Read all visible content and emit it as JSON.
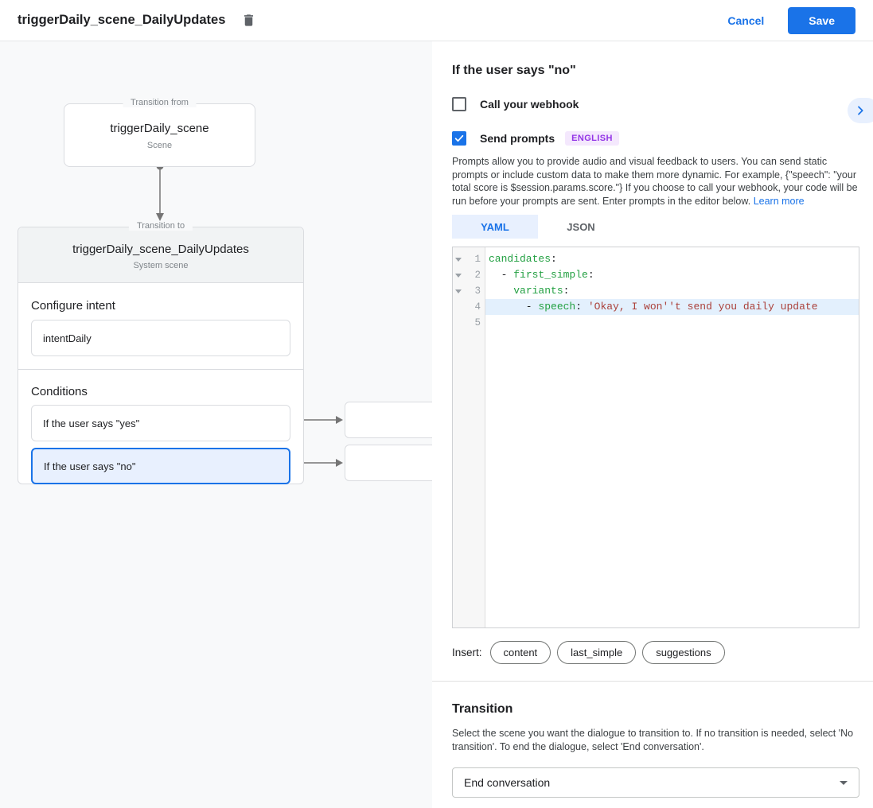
{
  "header": {
    "title": "triggerDaily_scene_DailyUpdates",
    "cancel_label": "Cancel",
    "save_label": "Save"
  },
  "canvas": {
    "transition_from": {
      "label": "Transition from",
      "title": "triggerDaily_scene",
      "subtitle": "Scene"
    },
    "transition_to": {
      "label": "Transition to",
      "title": "triggerDaily_scene_DailyUpdates",
      "subtitle": "System scene"
    },
    "configure_intent": {
      "label": "Configure intent",
      "value": "intentDaily"
    },
    "conditions": {
      "label": "Conditions",
      "items": [
        {
          "label": "If the user says \"yes\"",
          "selected": false
        },
        {
          "label": "If the user says \"no\"",
          "selected": true
        }
      ]
    }
  },
  "panel": {
    "title": "If the user says \"no\"",
    "webhook": {
      "label": "Call your webhook",
      "checked": false
    },
    "send_prompts": {
      "label": "Send prompts",
      "checked": true,
      "badge": "ENGLISH"
    },
    "description": "Prompts allow you to provide audio and visual feedback to users. You can send static prompts or include custom data to make them more dynamic. For example, {\"speech\": \"your total score is $session.params.score.\"} If you choose to call your webhook, your code will be run before your prompts are sent. Enter prompts in the editor below.",
    "learn_more_label": "Learn more",
    "tabs": {
      "yaml": "YAML",
      "json": "JSON",
      "active": "YAML"
    },
    "insert": {
      "label": "Insert:",
      "chips": [
        "content",
        "last_simple",
        "suggestions"
      ]
    },
    "transition": {
      "title": "Transition",
      "description": "Select the scene you want the dialogue to transition to. If no transition is needed, select 'No transition'. To end the dialogue, select 'End conversation'.",
      "value": "End conversation"
    }
  },
  "code_editor": {
    "line_numbers": [
      "1",
      "2",
      "3",
      "4",
      "5"
    ],
    "lines": [
      {
        "highlighted": false,
        "tokens": [
          {
            "c": "key",
            "v": "candidates"
          },
          {
            "c": "plain",
            "v": ":"
          }
        ]
      },
      {
        "highlighted": false,
        "tokens": [
          {
            "c": "plain",
            "v": "  - "
          },
          {
            "c": "key",
            "v": "first_simple"
          },
          {
            "c": "plain",
            "v": ":"
          }
        ]
      },
      {
        "highlighted": false,
        "tokens": [
          {
            "c": "plain",
            "v": "    "
          },
          {
            "c": "key",
            "v": "variants"
          },
          {
            "c": "plain",
            "v": ":"
          }
        ]
      },
      {
        "highlighted": true,
        "tokens": [
          {
            "c": "plain",
            "v": "      - "
          },
          {
            "c": "key",
            "v": "speech"
          },
          {
            "c": "plain",
            "v": ": "
          },
          {
            "c": "string",
            "v": "'Okay, I won''t send you daily update"
          }
        ]
      },
      {
        "highlighted": false,
        "tokens": []
      }
    ]
  },
  "colors": {
    "accent": "#1a73e8",
    "canvas_bg": "#f8f9fa",
    "selected_condition_bg": "#e8f0fe",
    "badge_bg": "#f4e8fd",
    "badge_text": "#9334e6",
    "code_key": "#23a042",
    "code_string": "#ab403a",
    "highlight_line_bg": "#e3f0fd"
  }
}
